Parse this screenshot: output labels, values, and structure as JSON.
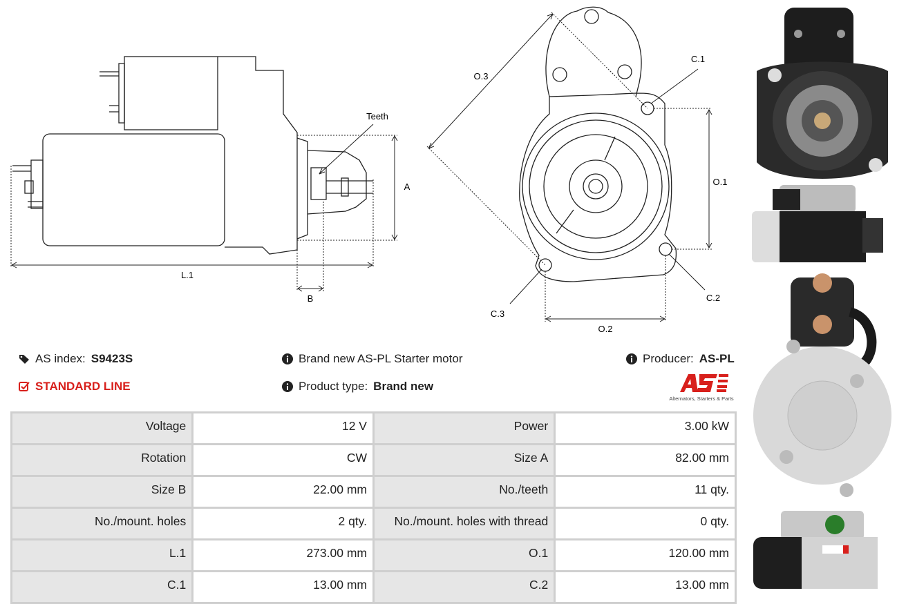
{
  "labels": {
    "teeth": "Teeth",
    "a": "A",
    "b": "B",
    "l1": "L.1",
    "o1": "O.1",
    "o2": "O.2",
    "o3": "O.3",
    "c1": "C.1",
    "c2": "C.2",
    "c3": "C.3"
  },
  "info": {
    "as_index_label": "AS index:",
    "as_index_value": "S9423S",
    "standard_line": "STANDARD LINE",
    "description": "Brand new AS-PL Starter motor",
    "product_type_label": "Product type:",
    "product_type_value": "Brand new",
    "producer_label": "Producer:",
    "producer_value": "AS-PL",
    "logo_text": "AS",
    "logo_tagline": "Alternators, Starters & Parts"
  },
  "specs": [
    [
      "Voltage",
      "12 V",
      "Power",
      "3.00 kW"
    ],
    [
      "Rotation",
      "CW",
      "Size A",
      "82.00 mm"
    ],
    [
      "Size B",
      "22.00 mm",
      "No./teeth",
      "11 qty."
    ],
    [
      "No./mount. holes",
      "2 qty.",
      "No./mount. holes with thread",
      "0 qty."
    ],
    [
      "L.1",
      "273.00 mm",
      "O.1",
      "120.00 mm"
    ],
    [
      "C.1",
      "13.00 mm",
      "C.2",
      "13.00 mm"
    ]
  ],
  "colors": {
    "accent": "#d8201c",
    "label_bg": "#e6e6e6",
    "border": "#cfcfcf"
  }
}
